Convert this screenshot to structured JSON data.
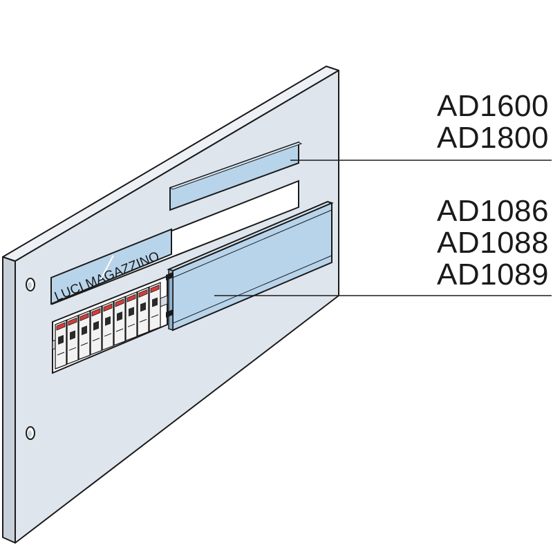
{
  "labels": {
    "label_strip_codes": [
      "AD1600",
      "AD1800"
    ],
    "cover_profile_codes": [
      "AD1086",
      "AD1088",
      "AD1089"
    ],
    "marking_text": "LUCI MAGAZZINO"
  },
  "colors": {
    "panel_face": "#dfe5ec",
    "panel_edge": "#c8d0d9",
    "label_blue": "#b8d4ea",
    "breaker_red": "#d93a3a",
    "breaker_body": "#f2f2f2",
    "outline": "#1a1a1a"
  }
}
